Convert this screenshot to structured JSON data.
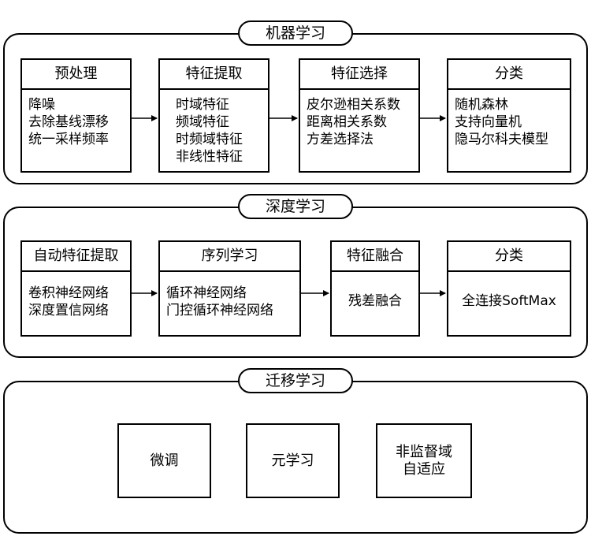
{
  "sections": {
    "ml": {
      "title": "机器学习",
      "cards": [
        {
          "title": "预处理",
          "items": [
            "降噪",
            "去除基线漂移",
            "统一采样频率"
          ]
        },
        {
          "title": "特征提取",
          "items": [
            "时域特征",
            "频域特征",
            "时频域特征",
            "非线性特征"
          ]
        },
        {
          "title": "特征选择",
          "items": [
            "皮尔逊相关系数",
            "距离相关系数",
            "方差选择法"
          ]
        },
        {
          "title": "分类",
          "items": [
            "随机森林",
            "支持向量机",
            "隐马尔科夫模型"
          ]
        }
      ]
    },
    "dl": {
      "title": "深度学习",
      "cards": [
        {
          "title": "自动特征提取",
          "items": [
            "卷积神经网络",
            "深度置信网络"
          ]
        },
        {
          "title": "序列学习",
          "items": [
            "循环神经网络",
            "门控循环神经网络"
          ]
        },
        {
          "title": "特征融合",
          "items": [
            "残差融合"
          ]
        },
        {
          "title": "分类",
          "items": [
            "全连接SoftMax"
          ]
        }
      ]
    },
    "tl": {
      "title": "迁移学习",
      "boxes": [
        {
          "lines": [
            "微调"
          ]
        },
        {
          "lines": [
            "元学习"
          ]
        },
        {
          "lines": [
            "非监督域",
            "自适应"
          ]
        }
      ]
    }
  }
}
